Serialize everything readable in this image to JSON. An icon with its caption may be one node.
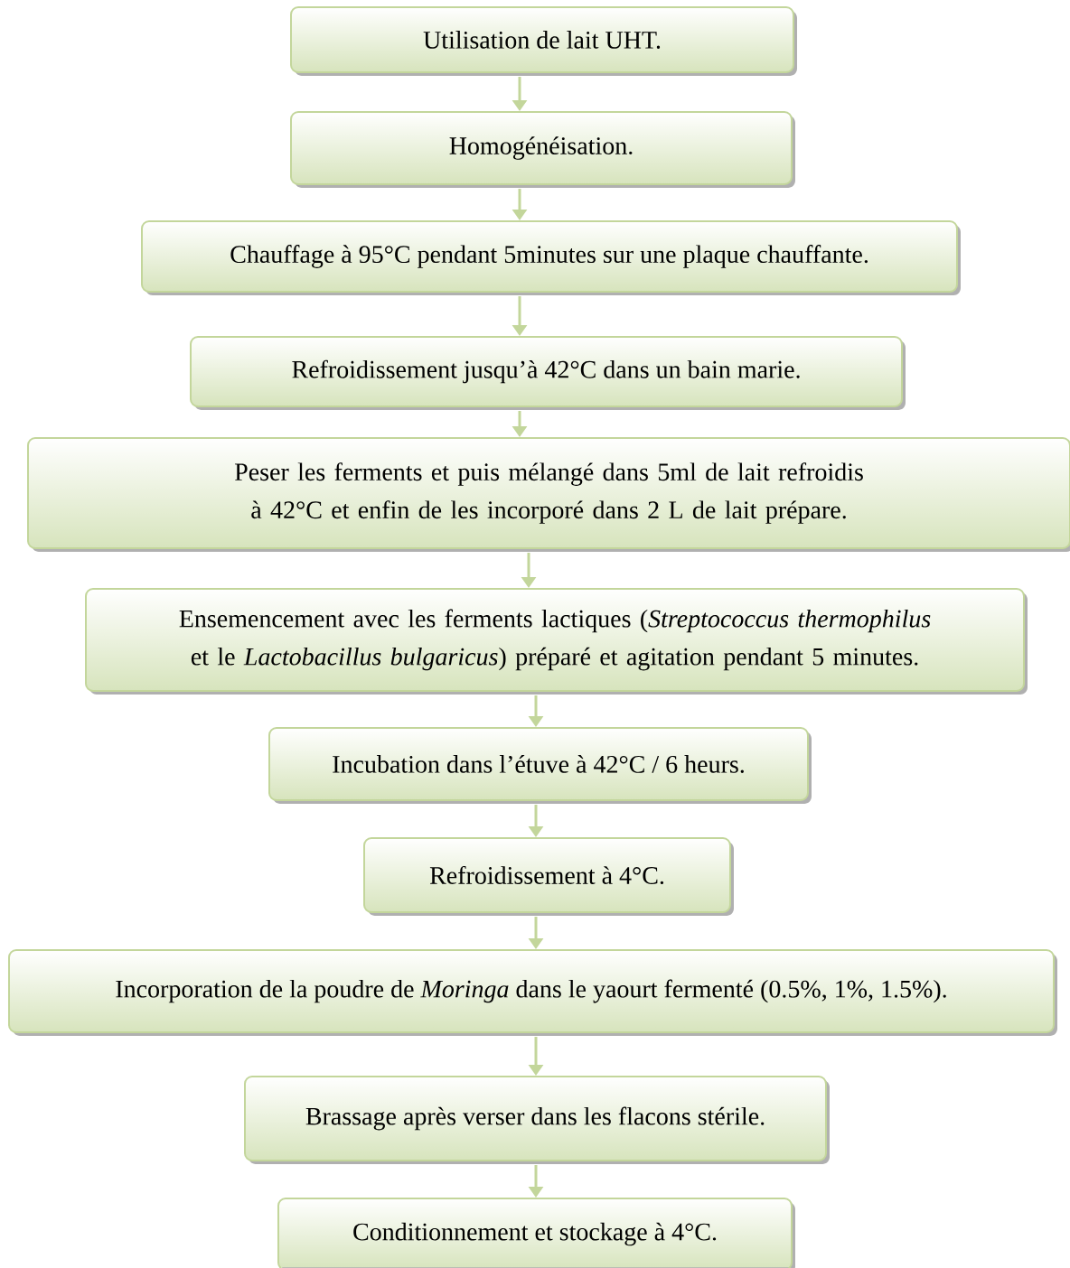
{
  "diagram": {
    "nodes": [
      {
        "text": [
          "Utilisation de lait UHT."
        ]
      },
      {
        "text": [
          "Homogénéisation."
        ]
      },
      {
        "text": [
          "Chauffage à 95°C pendant 5minutes sur une plaque chauffante."
        ]
      },
      {
        "text": [
          "Refroidissement jusqu’à 42°C dans un bain marie."
        ]
      },
      {
        "text": [
          "Peser les ferments et puis mélangé dans 5ml de lait refroidis à 42°C et enfin de les incorporé dans 2 L de lait prépare."
        ]
      },
      {
        "text": [
          "Ensemencement avec les ferments lactiques (*Streptococcus thermophilus* et le *Lactobacillus bulgaricus*) préparé et agitation pendant 5 minutes."
        ]
      },
      {
        "text": [
          "Incubation dans l’étuve à 42°C / 6 heurs."
        ]
      },
      {
        "text": [
          "Refroidissement à 4°C."
        ]
      },
      {
        "text": [
          "Incorporation de la poudre de *Moringa* dans le yaourt fermenté (0.5%, 1%, 1.5%)."
        ]
      },
      {
        "text": [
          "Brassage après verser dans les flacons stérile."
        ]
      },
      {
        "text": [
          "Conditionnement et stockage à 4°C."
        ]
      }
    ],
    "edges": [
      {
        "from": 0,
        "to": 1,
        "arrow": "to"
      },
      {
        "from": 1,
        "to": 2,
        "arrow": "to"
      },
      {
        "from": 2,
        "to": 3,
        "arrow": "to"
      },
      {
        "from": 3,
        "to": 4,
        "arrow": "to"
      },
      {
        "from": 4,
        "to": 5,
        "arrow": "to"
      },
      {
        "from": 5,
        "to": 6,
        "arrow": "to"
      },
      {
        "from": 6,
        "to": 7,
        "arrow": "to"
      },
      {
        "from": 7,
        "to": 8,
        "arrow": "to"
      },
      {
        "from": 8,
        "to": 9,
        "arrow": "to"
      },
      {
        "from": 9,
        "to": 10,
        "arrow": "to"
      }
    ]
  }
}
